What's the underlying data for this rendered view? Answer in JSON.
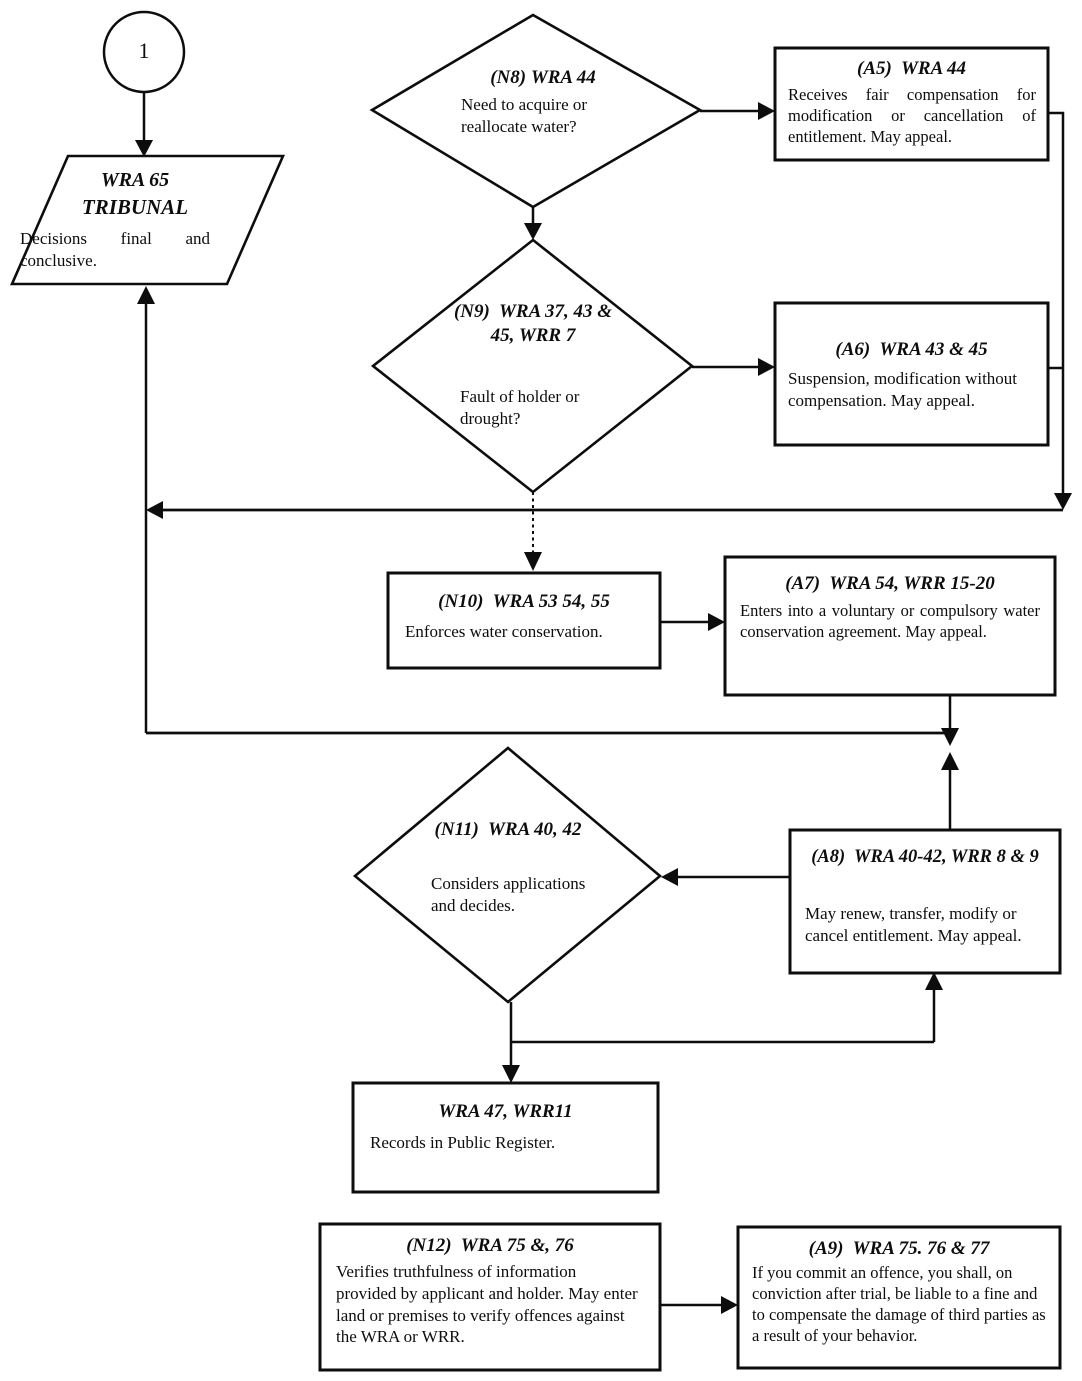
{
  "page": {
    "background": "#ffffff",
    "ink": "#0d0d0d",
    "description": "Flowchart of water rights decision process (WRA / WRR sections)"
  },
  "nodes": {
    "connector1": {
      "label": "1"
    },
    "tribunal": {
      "title1": "WRA 65",
      "title2": "TRIBUNAL",
      "body": "Decisions final and conclusive."
    },
    "n8": {
      "title": "(N8) WRA 44",
      "body": "Need to acquire or reallocate water?"
    },
    "a5": {
      "title": "(A5)  WRA 44",
      "body": "Receives fair compensation for modification or cancellation of entitlement. May appeal."
    },
    "n9": {
      "title": "(N9)  WRA 37, 43 & 45, WRR 7",
      "body": "Fault of holder or drought?"
    },
    "a6": {
      "title": "(A6)  WRA 43 & 45",
      "body": "Suspension, modification without compensation. May appeal."
    },
    "n10": {
      "title": "(N10)  WRA 53 54, 55",
      "body": "Enforces water conservation."
    },
    "a7": {
      "title": "(A7)  WRA 54, WRR 15-20",
      "body": "Enters into a voluntary or compulsory water conservation agreement. May appeal."
    },
    "n11": {
      "title": "(N11)  WRA 40, 42",
      "body": "Considers applications and decides."
    },
    "a8": {
      "title": "(A8)  WRA 40-42, WRR 8 & 9",
      "body": "May renew, transfer, modify or cancel entitlement. May appeal."
    },
    "register": {
      "title": "WRA 47, WRR11",
      "body": "Records in Public Register."
    },
    "n12": {
      "title": "(N12)  WRA 75 &, 76",
      "body": "Verifies truthfulness of information provided by applicant and holder. May enter land or premises to verify offences against the WRA or WRR."
    },
    "a9": {
      "title": "(A9)  WRA 75. 76 & 77",
      "body": "If you commit an offence, you shall, on conviction after trial, be liable to a fine and to compensate the damage of third parties as a result of your behavior."
    }
  }
}
